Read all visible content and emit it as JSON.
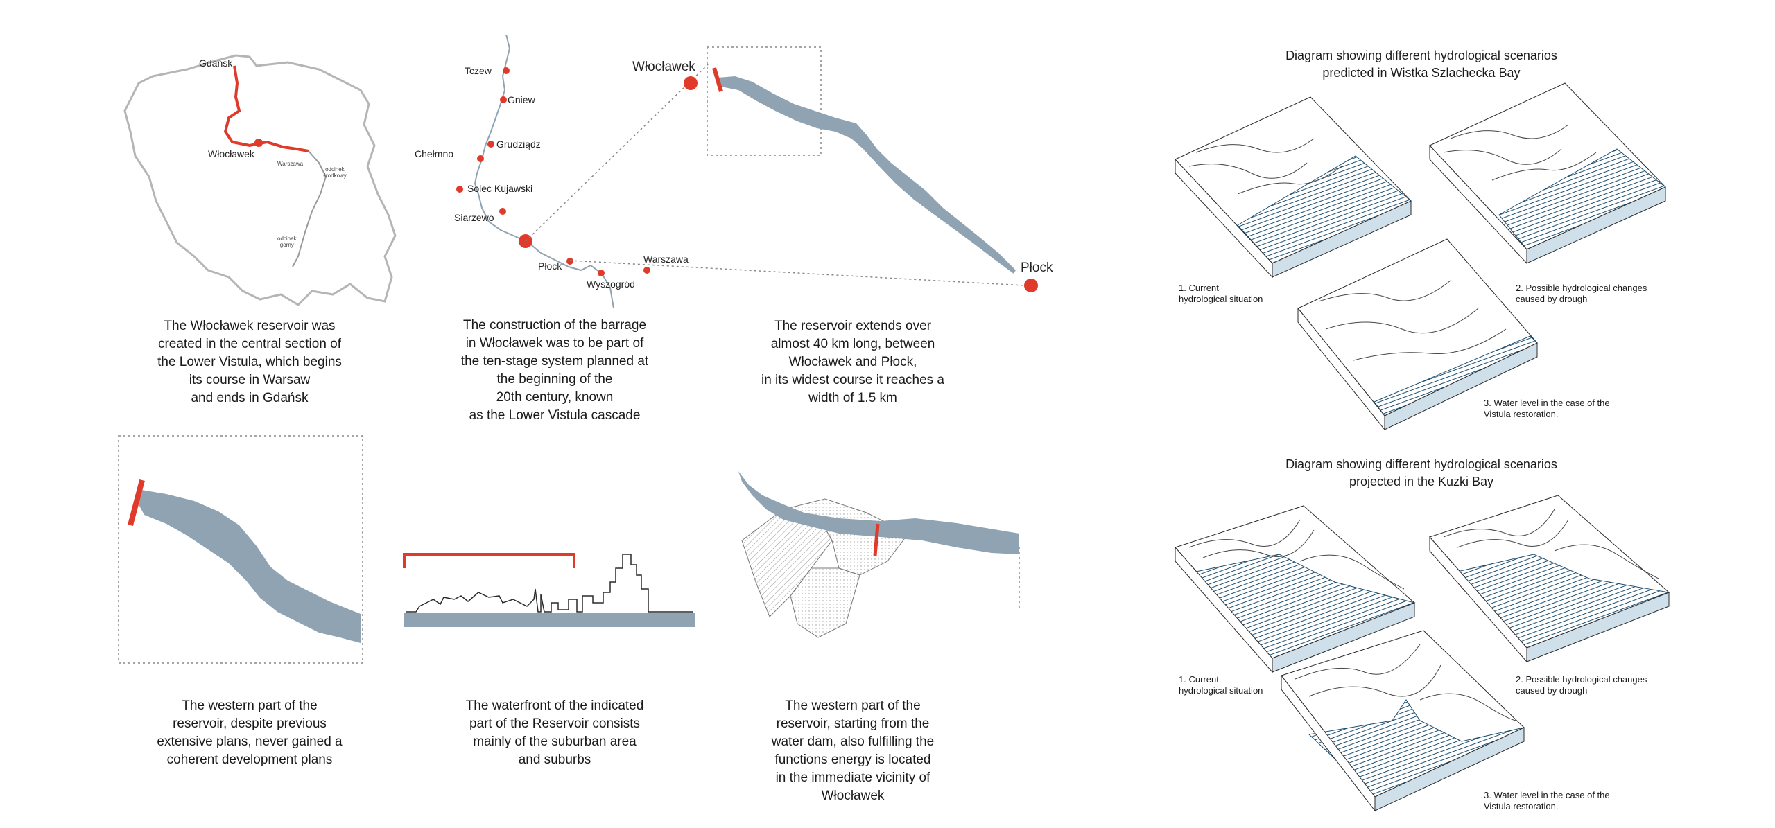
{
  "poland_map": {
    "labels": {
      "gdansk": "Gdańsk",
      "wloclawek": "Włocławek",
      "warszawa": "Warszawa",
      "odcinek_srodkowy_1": "odcinek",
      "odcinek_srodkowy_2": "środkowy",
      "odcinek_gorny_1": "odcinek",
      "odcinek_gorny_2": "górny"
    },
    "caption": [
      "The Włocławek reservoir was",
      "created in the central section of",
      "the Lower Vistula, which begins",
      "its course in Warsaw",
      "and ends in Gdańsk"
    ]
  },
  "cascade_map": {
    "cities": {
      "tczew": "Tczew",
      "gniew": "Gniew",
      "grudziadz": "Grudziądz",
      "chelmno": "Chełmno",
      "solec": "Solec Kujawski",
      "siarzewo": "Siarzewo",
      "plock": "Płock",
      "wyszogrod": "Wyszogród",
      "warszawa": "Warszawa"
    },
    "caption": [
      "The construction of the barrage",
      "in Włocławek was to be part of",
      "the ten-stage system planned at",
      "the beginning of the",
      "20th  century, known",
      "as the Lower Vistula cascade"
    ]
  },
  "reservoir_map": {
    "labels": {
      "wloclawek": "Włocławek",
      "plock": "Płock"
    },
    "caption": [
      "The reservoir extends over",
      "almost 40 km long, between",
      "Włocławek and Płock,",
      "in its widest course it reaches a",
      "width of 1.5 km"
    ]
  },
  "west_part": {
    "caption": [
      "The western part of the",
      "reservoir, despite previous",
      "extensive plans, never gained a",
      "coherent development plans"
    ]
  },
  "waterfront": {
    "caption": [
      "The waterfront of the indicated",
      "part of the Reservoir consists",
      "mainly of the suburban area",
      "and suburbs"
    ]
  },
  "city_plan": {
    "caption": [
      "The western part of the",
      "reservoir, starting from the",
      "water dam, also fulfilling the",
      "functions energy is located",
      "in the immediate vicinity of",
      "Włocławek"
    ]
  },
  "diagram_wistka": {
    "title": [
      "Diagram showing different hydrological scenarios",
      "predicted in Wistka Szlachecka Bay"
    ],
    "labels": {
      "current": [
        "1. Current",
        "hydrological situation"
      ],
      "drought": [
        "2. Possible hydrological changes",
        "caused by drough"
      ],
      "restoration": [
        "3. Water level in the case of the",
        "Vistula restoration."
      ]
    }
  },
  "diagram_kuzki": {
    "title": [
      "Diagram showing different hydrological scenarios",
      "projected in the Kuzki Bay"
    ],
    "labels": {
      "current": [
        "1. Current",
        "hydrological situation"
      ],
      "drought": [
        "2. Possible hydrological changes",
        "caused by drough"
      ],
      "restoration": [
        "3. Water level in the case of the",
        "Vistula restoration."
      ]
    }
  },
  "colors": {
    "accent_red": "#e03a2a",
    "water": "#8fa3b3",
    "outline": "#b5b5b5",
    "line": "#2a2a2a"
  }
}
